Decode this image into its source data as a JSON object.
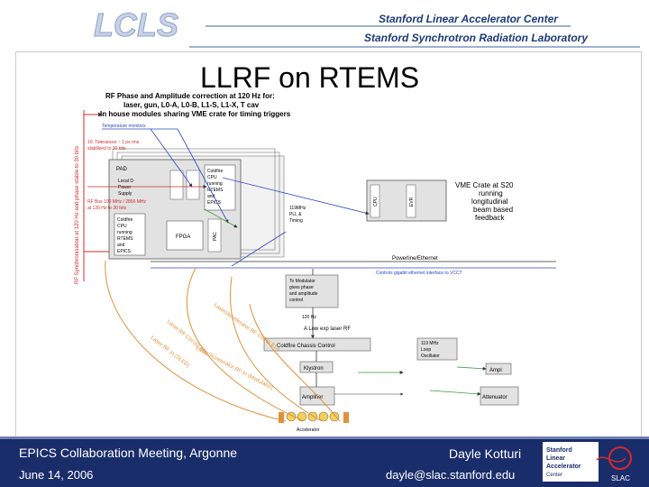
{
  "header": {
    "logo_text": "LCLS",
    "institution_line1": "Stanford Linear Accelerator Center",
    "institution_line2": "Stanford Synchrotron Radiation Laboratory"
  },
  "slide": {
    "title": "LLRF on RTEMS"
  },
  "diagram": {
    "banner_lines": [
      "RF Phase and Amplitude correction at 120 Hz for:",
      "laser, gun, L0-A, L0-B, L1-S, L1-X, T cav",
      "In house modules sharing VME crate for timing triggers"
    ],
    "temp_monitors": "Temperature monitors",
    "tolerance_note": [
      "10: Tolerances ~ 1 ps rms",
      "stabilized to 30 bits"
    ],
    "pad_label": "PAD",
    "local_power_lines": [
      "Local D",
      "Power",
      "Supply"
    ],
    "coldfire_lines": [
      "Coldfire",
      "CPU",
      "running",
      "RTEMS",
      "and",
      "EPICS"
    ],
    "coldfire2_lines": [
      "Coldfire",
      "CPU",
      "running",
      "RTEMS",
      "and",
      "EPICS"
    ],
    "rf_bus_note": [
      "RF Bus 100 MHz / 2856 MHz",
      "at 120 Hz to 30 bits"
    ],
    "fpga_label": "FPGA",
    "pac_label": "PAC",
    "timing_lines": [
      "119MHz",
      "PLL &",
      "Timing"
    ],
    "vme_crate_lines": [
      "VME Crate at S20",
      "running",
      "longitudinal",
      "beam based",
      "feedback"
    ],
    "vme_slot1": "CPU",
    "vme_slot2": "EVR",
    "powerline_label": "Powerline/Ethernet",
    "gigabit_label": "Controls gigabit ethernet interface to VCCT",
    "modulator_lines": [
      "To Modulator",
      "gives phase",
      "and amplitude",
      "control"
    ],
    "lo_label": "A Low exp laser RF",
    "rate_small": "120 Hz",
    "coldfire_chassis": "Coldfire Chassis Control",
    "mhz_lines": [
      "119 MHz",
      "Loop",
      "Oscillator"
    ],
    "klystron_label": "Klystron",
    "amplifier_label": "Amplifier",
    "ampl_label": "Ampl",
    "attenuator_label": "Attenuator",
    "accel_label": "Accelerator",
    "curve_label1": "Laser/Accelerator RF Ctrl(SLED)",
    "curve_label2": "Laser RF Ctrl (SLED)",
    "curve_label3": "Laser/Accelerator RF In (Modulator)",
    "curve_label4": "Laser RF In (SLED)",
    "vertical_left_text": "RF Synchronisation at 120 Hz and phase stable to 30 bits"
  },
  "footer": {
    "left_line1": "EPICS Collaboration Meeting, Argonne",
    "left_line2": "June 14, 2006",
    "right_line1": "Dayle Kotturi",
    "right_line2": "dayle@slac.stanford.edu",
    "slac_logo_lines": [
      "Stanford",
      "Linear",
      "Accelerator",
      "Center"
    ],
    "slac_logo_tag": "SLAC"
  },
  "colors": {
    "title_bar_navy": "#1a2d6b",
    "diagram_red": "#d42a2a",
    "diagram_green": "#3a9c3a",
    "diagram_blue": "#2b47c2",
    "curve_orange": "#e0903a",
    "box_gray": "#e2e2e2"
  }
}
